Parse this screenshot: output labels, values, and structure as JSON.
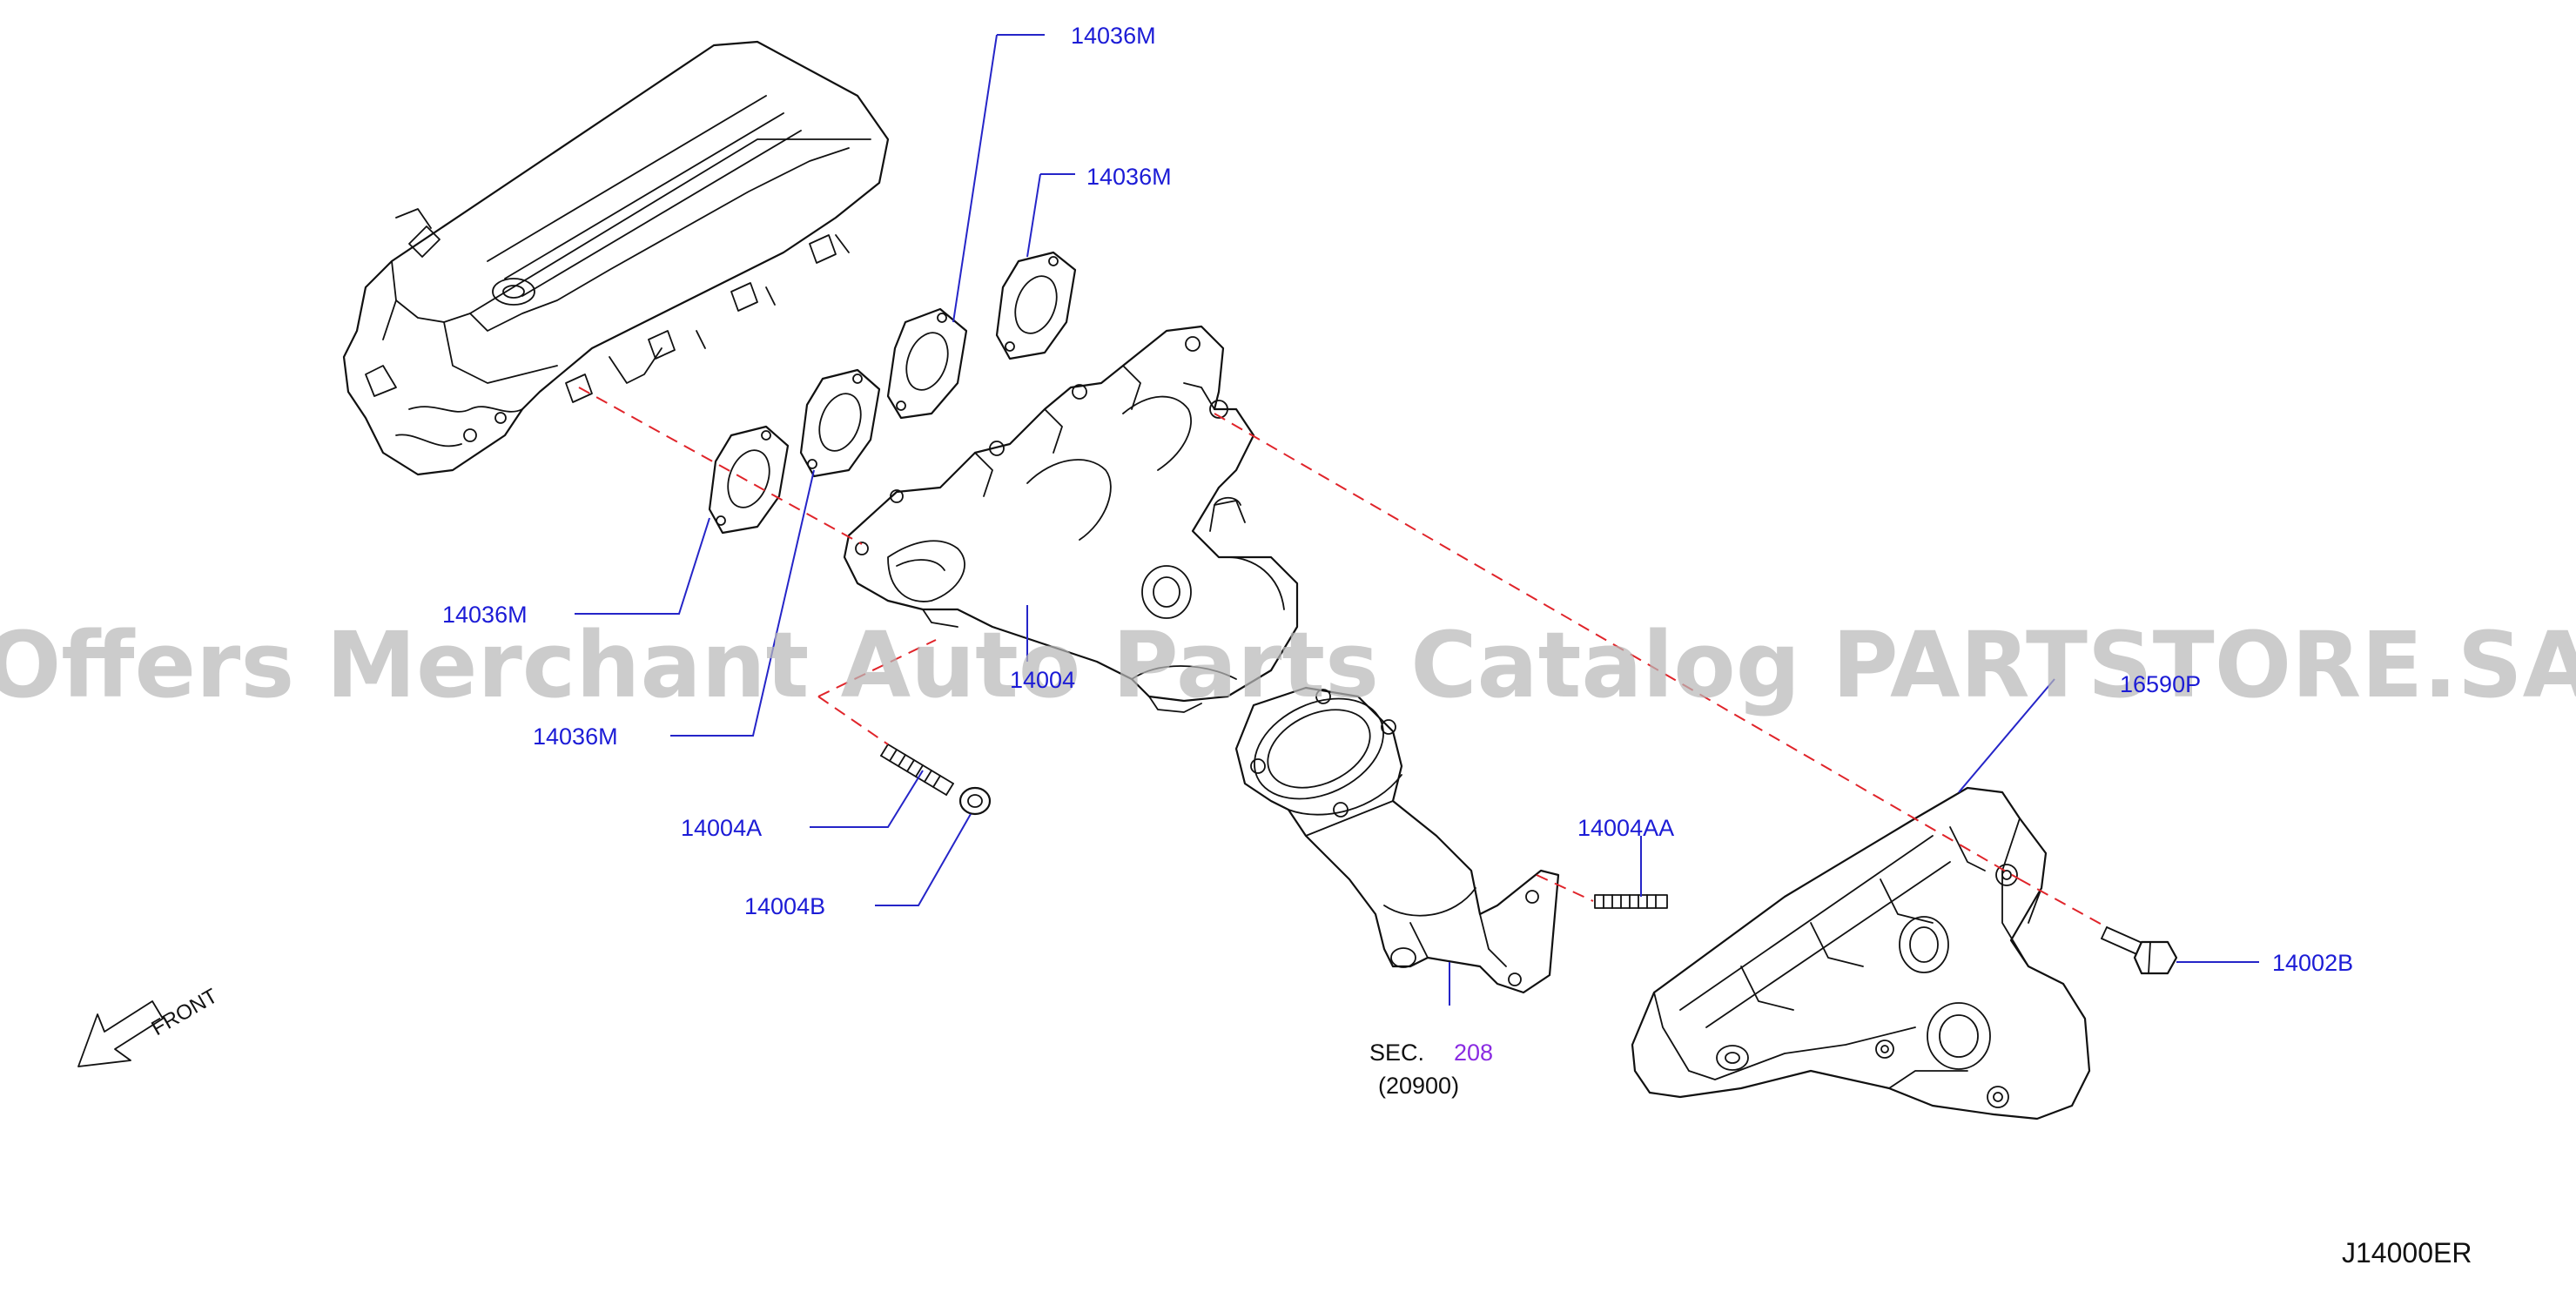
{
  "diagram": {
    "callouts": {
      "gasket_top_1": "14036M",
      "gasket_top_2": "14036M",
      "gasket_left_1": "14036M",
      "gasket_left_2": "14036M",
      "manifold": "14004",
      "heat_cover": "16590P",
      "stud_left": "14004A",
      "nut_left": "14004B",
      "stud_right": "14004AA",
      "bolt_right": "14002B"
    },
    "section_ref": {
      "prefix": "SEC.",
      "number": "208",
      "sub": "(20900)"
    },
    "front_label": "FRONT",
    "drawing_code": "J14000ER",
    "watermark": "Offers Merchant Auto Parts Catalog PARTSTORE.SA"
  },
  "colors": {
    "callout": "#1c1cd6",
    "dashed_line": "#e0242a",
    "section_number": "#8a2be2",
    "watermark": "#b9b9b9"
  }
}
